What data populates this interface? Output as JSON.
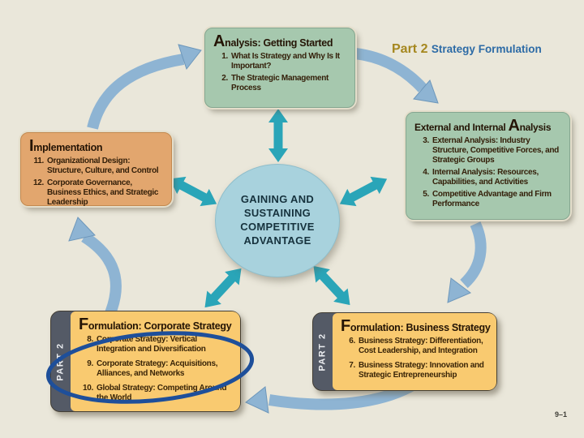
{
  "header": {
    "part_label": "Part 2",
    "title": "Strategy Formulation"
  },
  "page": {
    "number": "9–1"
  },
  "tabs": {
    "part_label": "PART 2"
  },
  "center": {
    "lines": [
      "GAINING AND",
      "SUSTAINING",
      "COMPETITIVE",
      "ADVANTAGE"
    ]
  },
  "boxes": {
    "analysis": {
      "title_pre": "",
      "title_initial": "A",
      "title_rest": "nalysis: Getting Started",
      "items": [
        {
          "num": "1.",
          "text": "What Is Strategy and Why Is It Important?"
        },
        {
          "num": "2.",
          "text": "The Strategic Management Process"
        }
      ]
    },
    "external": {
      "title_pre": "External and Internal ",
      "title_initial": "A",
      "title_rest": "nalysis",
      "items": [
        {
          "num": "3.",
          "text": "External Analysis: Industry Structure, Competitive Forces, and Strategic Groups"
        },
        {
          "num": "4.",
          "text": "Internal Analysis: Resources, Capabilities, and Activities"
        },
        {
          "num": "5.",
          "text": "Competitive Advantage and Firm Performance"
        }
      ]
    },
    "implementation": {
      "title_pre": "",
      "title_initial": "I",
      "title_rest": "mplementation",
      "items": [
        {
          "num": "11.",
          "text": "Organizational Design: Structure, Culture, and Control"
        },
        {
          "num": "12.",
          "text": "Corporate Governance, Business Ethics, and Strategic Leadership"
        }
      ]
    },
    "corporate": {
      "title_pre": "",
      "title_initial": "F",
      "title_rest": "ormulation: Corporate Strategy",
      "items": [
        {
          "num": "8.",
          "text": "Corporate Strategy: Vertical Integration and Diversification"
        },
        {
          "num": "9.",
          "text": "Corporate Strategy: Acquisitions, Alliances, and Networks"
        },
        {
          "num": "10.",
          "text": "Global Strategy: Competing Around the World"
        }
      ]
    },
    "business": {
      "title_pre": "",
      "title_initial": "F",
      "title_rest": "ormulation: Business Strategy",
      "items": [
        {
          "num": "6.",
          "text": "Business Strategy: Differentiation, Cost Leadership, and Integration"
        },
        {
          "num": "7.",
          "text": "Business Strategy: Innovation and Strategic Entrepreneurship"
        }
      ]
    }
  },
  "colors": {
    "background": "#eae7da",
    "green_box": "#a6c8ae",
    "orange_box": "#e2a66e",
    "yellow_box": "#f9ca70",
    "tab_slate": "#545a66",
    "center_circle": "#a8d2dd",
    "radial_arrow_teal": "#2aa5b8",
    "cycle_arrow_blue": "#8eb4d3",
    "highlight_ellipse": "#1e4f9a",
    "part_label_gold": "#a5871e",
    "header_blue": "#2d6ba6"
  }
}
